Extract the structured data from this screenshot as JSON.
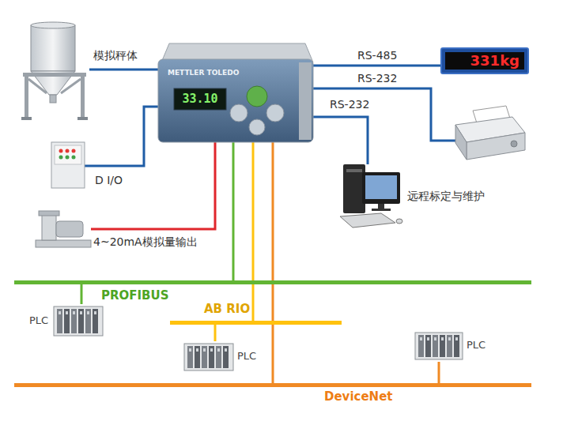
{
  "diagram": {
    "nodes": [
      {
        "text": [
          "模拟秤体"
        ]
      },
      {
        "text": [
          "METTLER TOLEDO",
          "33.10"
        ]
      },
      {
        "text": [
          "331kg"
        ]
      },
      {
        "text": [
          "D I/O"
        ]
      },
      {
        "text": [
          "远程标定与维护"
        ]
      },
      {
        "text": [
          "4~20mA模拟量输出"
        ]
      },
      {
        "text": [
          "PROFIBUS"
        ]
      },
      {
        "text": [
          "PLC"
        ]
      },
      {
        "text": [
          "AB RIO"
        ]
      },
      {
        "text": [
          "PLC"
        ]
      },
      {
        "text": [
          "PLC"
        ]
      },
      {
        "text": [
          "DeviceNet"
        ]
      }
    ],
    "edges": [
      {
        "from": 0,
        "to": 1,
        "arrow": "none"
      },
      {
        "from": 1,
        "to": 2,
        "label": "RS-485",
        "arrow": "none"
      },
      {
        "from": 1,
        "to": 4,
        "label": "RS-232",
        "arrow": "none"
      },
      {
        "from": 1,
        "to": 3,
        "arrow": "none"
      },
      {
        "from": 1,
        "to": 5,
        "arrow": "none"
      },
      {
        "from": 1,
        "to": 6,
        "arrow": "none"
      },
      {
        "from": 1,
        "to": 8,
        "arrow": "none"
      },
      {
        "from": 1,
        "to": 11,
        "arrow": "none"
      },
      {
        "from": 6,
        "to": 7,
        "arrow": "none"
      },
      {
        "from": 8,
        "to": 9,
        "arrow": "none"
      },
      {
        "from": 11,
        "to": 10,
        "arrow": "none"
      }
    ],
    "labels": [
      "RS-232"
    ]
  }
}
